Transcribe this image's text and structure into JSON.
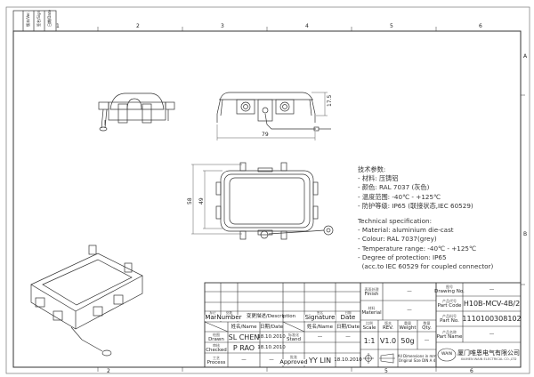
{
  "frame": {
    "column_markers": [
      "1",
      "2",
      "3",
      "4",
      "5",
      "6"
    ],
    "row_markers": [
      "A",
      "B"
    ],
    "revision_header": {
      "version_label": "版本/Ver.",
      "signature_label": "签名/Sign",
      "date_label": "日期/Date"
    }
  },
  "views": {
    "side_view": {
      "dimension_width": "79",
      "dimension_height": "17.5"
    },
    "top_view": {
      "dimension_outer": "58",
      "dimension_inner": "49"
    }
  },
  "spec_cn": {
    "title": "技术参数:",
    "lines": [
      "- 材料: 压铸铝",
      "- 颜色: RAL 7037 (灰色)",
      "- 温度范围: -40℃ - +125℃",
      "- 防护等级: IP65 (联接状态,IEC 60529)"
    ]
  },
  "spec_en": {
    "title": "Technical specification:",
    "lines": [
      "- Material: aluminium die-cast",
      "- Colour: RAL 7037(grey)",
      "- Temperature range: -40℃ - +125℃",
      "- Degree of protection: IP65",
      "  (acc.to IEC 60529 for coupled connector)"
    ]
  },
  "title_block": {
    "mark": {
      "cn": "标记",
      "en": "Mark"
    },
    "number": {
      "cn": "处数",
      "en": "Number"
    },
    "description": "变更描述/Description",
    "signature": {
      "cn": "签名",
      "en": "Signature"
    },
    "date": {
      "cn": "日期",
      "en": "Date"
    },
    "name_hdr": "姓名/Name",
    "date_hdr": "日期/Date",
    "drawn": {
      "cn": "绘图",
      "en": "Drawn",
      "name": "SL CHEN",
      "date": "18.10.2010"
    },
    "checked": {
      "cn": "审核",
      "en": "Checked",
      "name": "P RAO",
      "date": "18.10.2010"
    },
    "process": {
      "cn": "工艺",
      "en": "Process",
      "name": "—",
      "date": "—"
    },
    "stand": {
      "cn": "标准化",
      "en": "Stand",
      "name": "—",
      "date": "—"
    },
    "approved": {
      "cn": "批准",
      "en": "Approved",
      "name": "YY LIN",
      "date": "18.10.2010"
    },
    "finish": {
      "cn": "表面处理",
      "en": "Finish",
      "value": "—"
    },
    "material": {
      "cn": "材料",
      "en": "Material",
      "value": "—"
    },
    "scale": {
      "cn": "比例",
      "en": "Scale",
      "value": "1:1"
    },
    "rev": {
      "cn": "版本",
      "en": "REV.",
      "value": "V1.0"
    },
    "weight": {
      "cn": "重量",
      "en": "Weight",
      "value": "50g"
    },
    "qty": {
      "cn": "数量",
      "en": "Qty.",
      "value": "—"
    },
    "dimensions_note": [
      "All Dimensions in mm",
      "Original Size DIN A 4"
    ],
    "drawing_no": {
      "cn": "图号",
      "en": "Drawing No.",
      "value": "—"
    },
    "part_code": {
      "cn": "产品代号",
      "en": "Part Code",
      "value": "H10B-MCV-4B/2"
    },
    "part_no": {
      "cn": "产品料号",
      "en": "Part No.",
      "value": "1110100308102"
    },
    "part_name": {
      "cn": "产品名称",
      "en": "Part Name",
      "value": "—"
    },
    "company": {
      "logo": "WAIN",
      "cn": "厦门唯恩电气有限公司",
      "en": "XIAMEN WAIN ELECTRICAL CO.,LTD"
    }
  }
}
